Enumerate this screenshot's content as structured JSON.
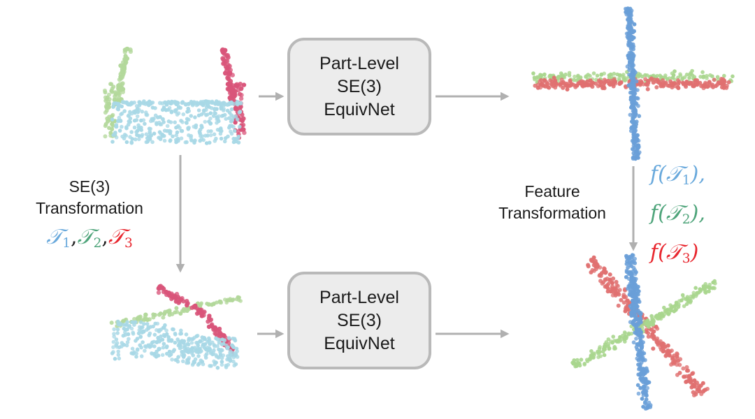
{
  "boxes": {
    "top": {
      "lines": [
        "Part-Level",
        "SE(3)",
        "EquivNet"
      ]
    },
    "bottom": {
      "lines": [
        "Part-Level",
        "SE(3)",
        "EquivNet"
      ]
    }
  },
  "left_label": {
    "line1": "SE(3)",
    "line2": "Transformation"
  },
  "right_label": {
    "line1": "Feature",
    "line2": "Transformation"
  },
  "transforms": {
    "symbol": "𝒯",
    "t1": "1",
    "t2": "2",
    "t3": "3",
    "sep1": ",",
    "sep2": ","
  },
  "features": {
    "f1": {
      "pre": "f(",
      "sym": "𝒯",
      "sub": "1",
      "post": "),",
      "color": "#69a9dc"
    },
    "f2": {
      "pre": "f(",
      "sym": "𝒯",
      "sub": "2",
      "post": "),",
      "color": "#4ea47a"
    },
    "f3": {
      "pre": "f(",
      "sym": "𝒯",
      "sub": "3",
      "post": ")",
      "color": "#e8262e"
    }
  },
  "colors": {
    "part_blue": "#a8d8e6",
    "part_green": "#b3d89b",
    "part_pink": "#d9557a",
    "feat_blue": "#6a9fd8",
    "feat_green": "#a9d68e",
    "feat_red": "#e07070",
    "arrow": "#b0b0b0"
  }
}
